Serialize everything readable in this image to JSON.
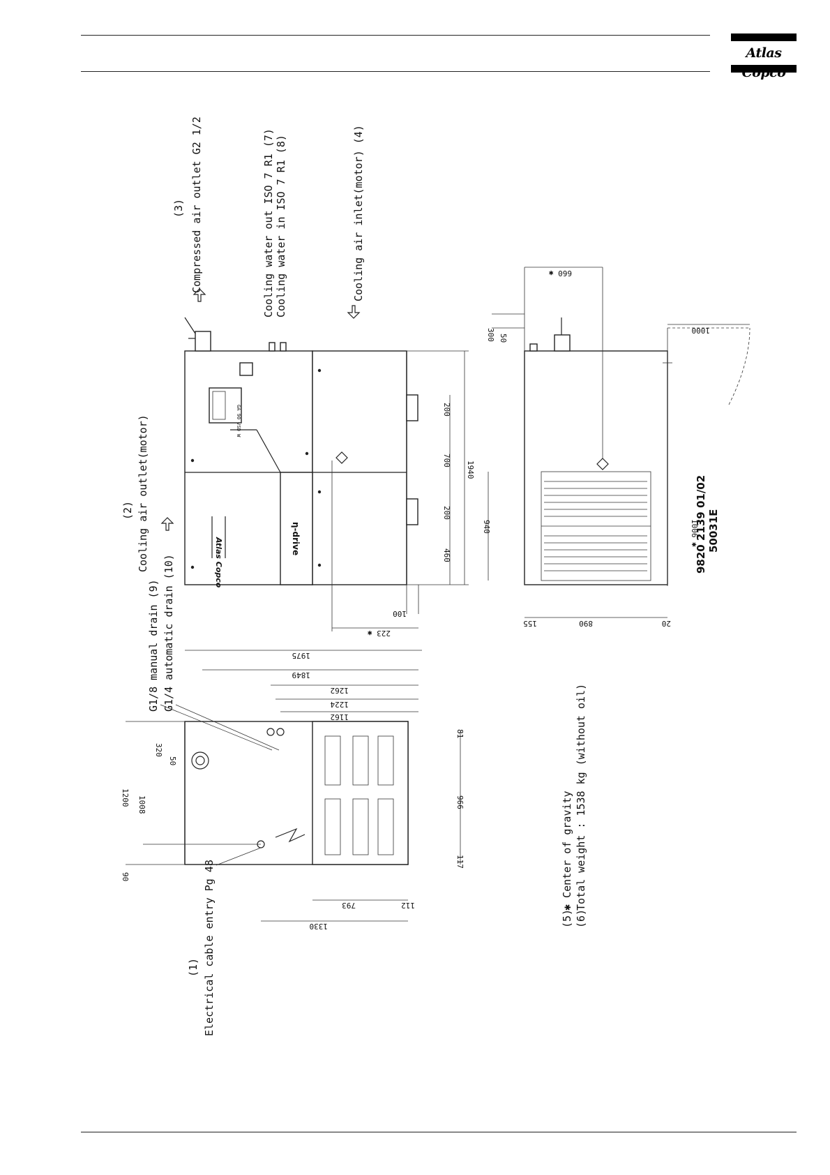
{
  "header": {
    "brand": "Atlas Copco"
  },
  "labels": {
    "l1_num": "(1)",
    "l1": "Electrical cable entry Pg 48",
    "l2_num": "(2)",
    "l2": "Cooling air outlet(motor)",
    "l3_num": "(3)",
    "l3": "Compressed air outlet G2 1/2",
    "l4": "Cooling air inlet(motor) (4)",
    "l7": "Cooling water out ISO 7 R1  (7)",
    "l8": "Cooling water in ISO 7 R1  (8)",
    "l9": "G1/8 manual drain (9)",
    "l10": "G1/4 automatic drain  (10)",
    "l5_num": "(5)",
    "l5": "✱ Center of gravity",
    "l6_num": "(6)",
    "l6": "Total weight : 1538 kg (without oil)"
  },
  "machine": {
    "panel_brand": "Atlas Copco",
    "drive_label": "η-drive",
    "model_plate": "GA 90 VSD W"
  },
  "dimensions": {
    "d1975": "1975",
    "d1849": "1849",
    "d1262": "1262",
    "d1224": "1224",
    "d1162": "1162",
    "d1200": "1200",
    "d1008": "1008",
    "d320": "320",
    "d50a": "50",
    "d90": "90",
    "d81": "81",
    "d966": "966",
    "d117": "117",
    "d793": "793",
    "d112": "112",
    "d1330": "1330",
    "d223": "223 ✱",
    "d100": "100",
    "d460": "460",
    "d200a": "200",
    "d700": "700",
    "d200b": "200",
    "d1940": "1940",
    "d300": "300",
    "d50b": "50",
    "d660": "660 ✱",
    "d1000": "1000",
    "d940": "940",
    "d155": "155",
    "d890": "890",
    "d20": "20",
    "d1006": "1006 ✱"
  },
  "document": {
    "drawing_no": "9820 2139 01/02",
    "sheet_ref": "50031E"
  }
}
